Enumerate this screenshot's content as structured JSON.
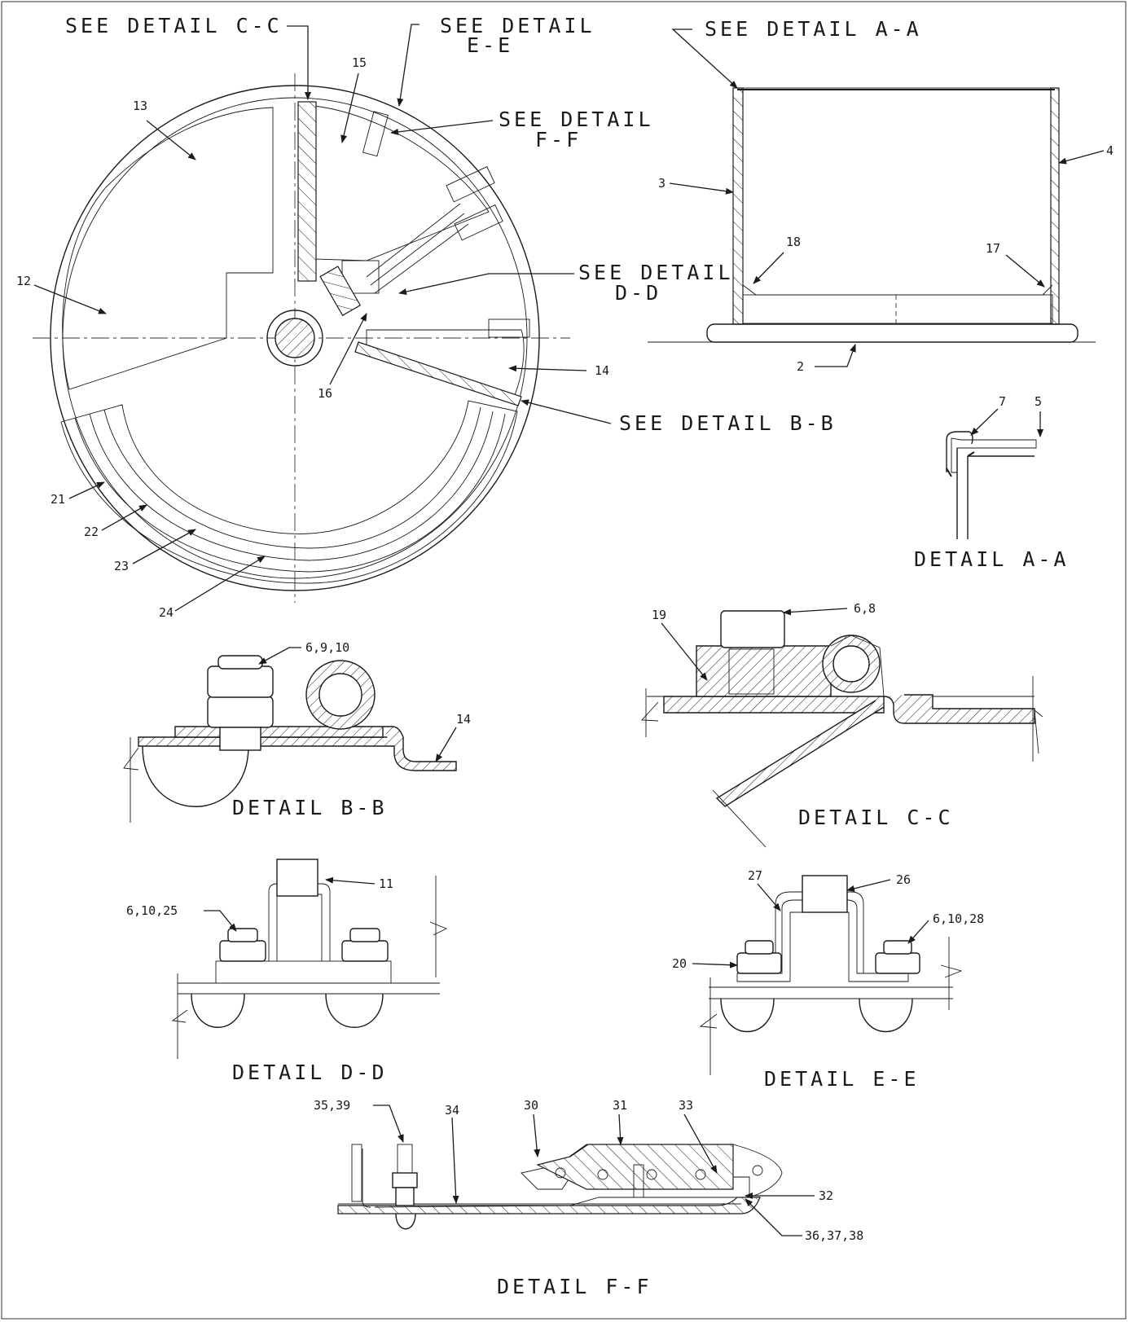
{
  "callouts": {
    "c_cc": "SEE DETAIL C-C",
    "c_ee1": "SEE DETAIL",
    "c_ee2": "E-E",
    "c_aa": "SEE DETAIL A-A",
    "c_ff1": "SEE DETAIL",
    "c_ff2": "F-F",
    "c_dd1": "SEE DETAIL",
    "c_dd2": "D-D",
    "c_bb": "SEE DETAIL B-B"
  },
  "titles": {
    "aa": "DETAIL A-A",
    "bb": "DETAIL B-B",
    "cc": "DETAIL C-C",
    "dd": "DETAIL D-D",
    "ee": "DETAIL E-E",
    "ff": "DETAIL F-F"
  },
  "parts": {
    "p2": "2",
    "p3": "3",
    "p4": "4",
    "p5": "5",
    "p7": "7",
    "p11": "11",
    "p12": "12",
    "p13": "13",
    "p14a": "14",
    "p14b": "14",
    "p15": "15",
    "p16": "16",
    "p17": "17",
    "p18": "18",
    "p19": "19",
    "p20": "20",
    "p21": "21",
    "p22": "22",
    "p23": "23",
    "p24": "24",
    "p26": "26",
    "p27": "27",
    "p30": "30",
    "p31": "31",
    "p32": "32",
    "p33": "33",
    "p34": "34",
    "p3539": "35,39",
    "p363738": "36,37,38",
    "p68": "6,8",
    "p6910": "6,9,10",
    "p61025": "6,10,25",
    "p61028": "6,10,28"
  }
}
